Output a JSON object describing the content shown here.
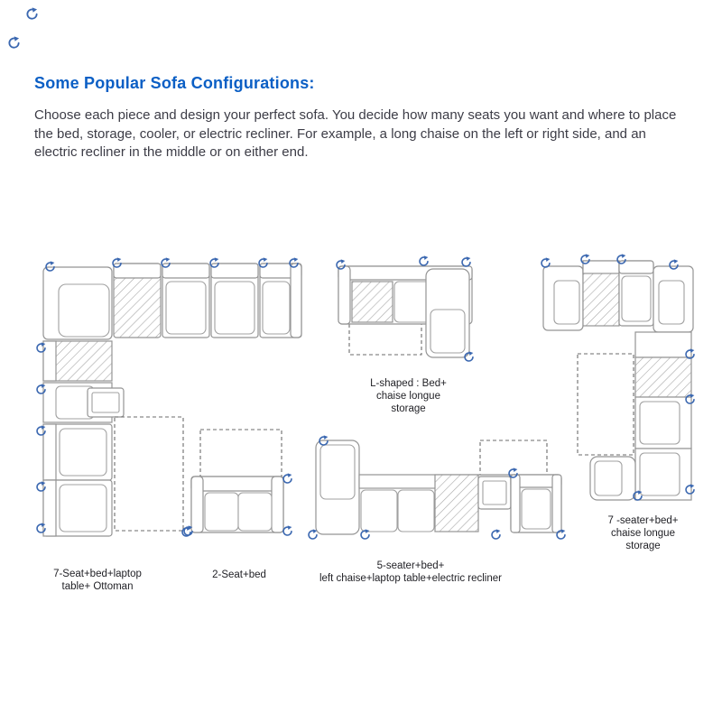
{
  "page": {
    "title": "Some Popular Sofa Configurations:",
    "description": "Choose each piece and design your perfect sofa. You decide how many seats you want and where to place the bed, storage, cooler, or electric recliner. For example, a long chaise on the left or right side, and an electric recliner in the middle or on either end."
  },
  "configurations": [
    {
      "label": "7-Seat+bed+laptop\ntable+ Ottoman"
    },
    {
      "label": "2-Seat+bed"
    },
    {
      "label": "L-shaped : Bed+\nchaise longue\nstorage"
    },
    {
      "label": "5-seater+bed+\nleft chaise+laptop table+electric recliner"
    },
    {
      "label": "7 -seater+bed+\nchaise longue\nstorage"
    }
  ],
  "icons": {
    "rotate": "rotate-arrow-icon"
  },
  "colors": {
    "accent_blue": "#0b5fc5",
    "icon_blue": "#3a67b0",
    "outline_gray": "#949494",
    "text_dark": "#3c3c46"
  }
}
